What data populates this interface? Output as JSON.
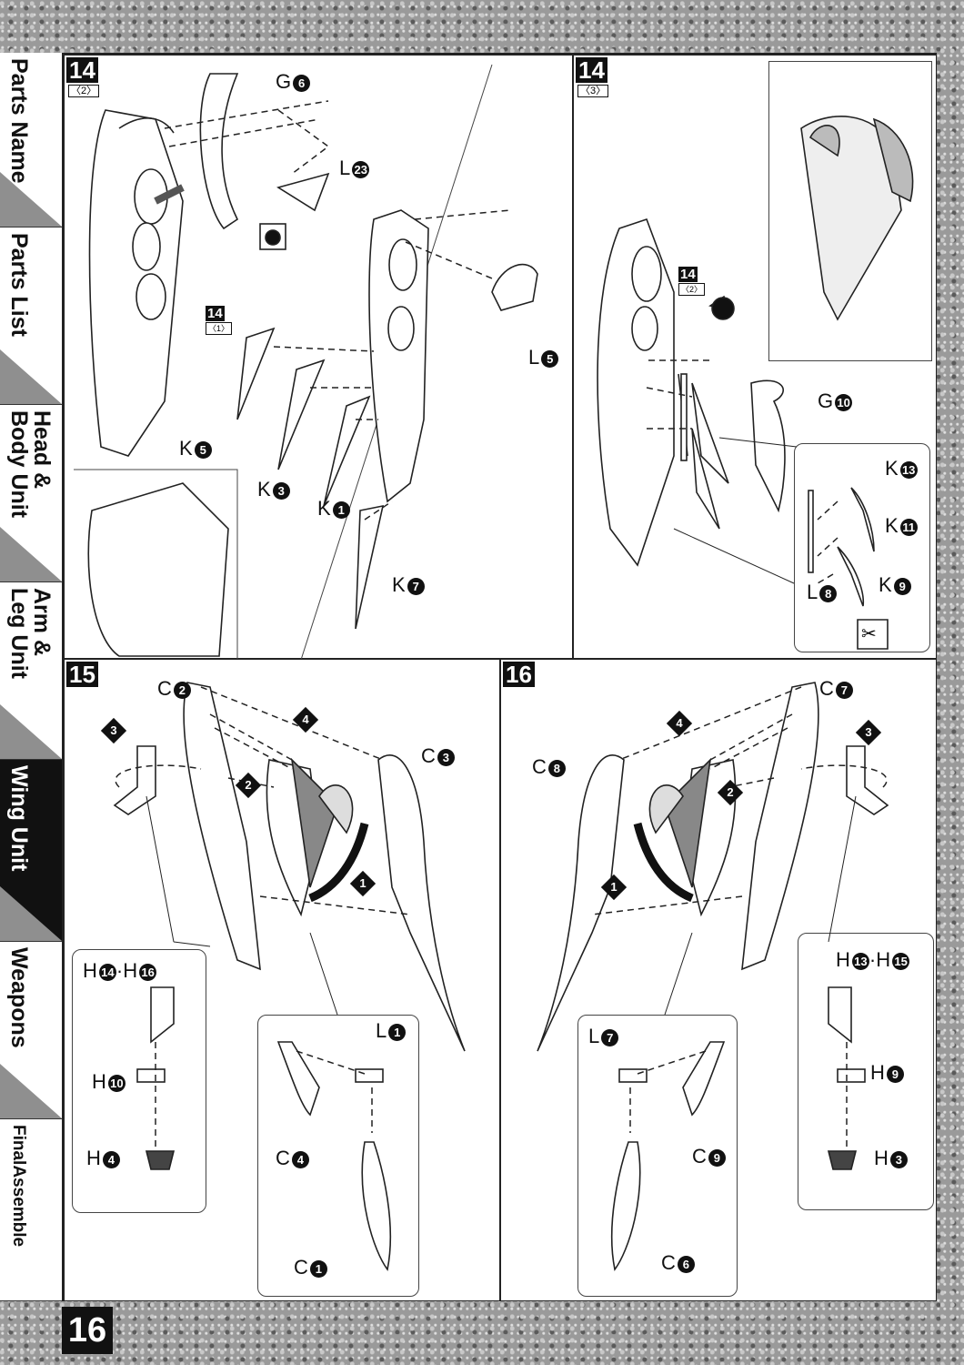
{
  "tabs": [
    {
      "label": "Parts Name"
    },
    {
      "label": "Parts List"
    },
    {
      "label": "Head &\nBody Unit"
    },
    {
      "label": "Arm &\nLeg Unit"
    },
    {
      "label": "Wing Unit",
      "active": true
    },
    {
      "label": "Weapons"
    },
    {
      "label": "FinalAssemble"
    }
  ],
  "page_number": "16",
  "steps": {
    "s14a": {
      "number": "14",
      "sub": "〈2〉",
      "ref": {
        "number": "14",
        "sub": "〈1〉"
      },
      "labels": [
        {
          "l": "G",
          "n": "6"
        },
        {
          "l": "L",
          "n": "23"
        },
        {
          "l": "K",
          "n": "5"
        },
        {
          "l": "K",
          "n": "3"
        },
        {
          "l": "K",
          "n": "1"
        },
        {
          "l": "L",
          "n": "5"
        },
        {
          "l": "K",
          "n": "7"
        }
      ]
    },
    "s14b": {
      "number": "14",
      "sub": "〈3〉",
      "ref": {
        "number": "14",
        "sub": "〈2〉"
      },
      "labels": [
        {
          "l": "G",
          "n": "10"
        },
        {
          "l": "K",
          "n": "13"
        },
        {
          "l": "K",
          "n": "11"
        },
        {
          "l": "K",
          "n": "9"
        },
        {
          "l": "L",
          "n": "8"
        }
      ]
    },
    "s15": {
      "number": "15",
      "order": [
        "1",
        "2",
        "3",
        "4"
      ],
      "labels": [
        {
          "l": "C",
          "n": "2"
        },
        {
          "l": "C",
          "n": "3"
        },
        {
          "l": "H",
          "n": "14",
          "l2": "H",
          "n2": "16"
        },
        {
          "l": "H",
          "n": "10"
        },
        {
          "l": "H",
          "n": "4"
        },
        {
          "l": "L",
          "n": "1"
        },
        {
          "l": "C",
          "n": "4"
        },
        {
          "l": "C",
          "n": "1"
        }
      ]
    },
    "s16": {
      "number": "16",
      "order": [
        "1",
        "2",
        "3",
        "4"
      ],
      "labels": [
        {
          "l": "C",
          "n": "7"
        },
        {
          "l": "C",
          "n": "8"
        },
        {
          "l": "H",
          "n": "13",
          "l2": "H",
          "n2": "15"
        },
        {
          "l": "H",
          "n": "9"
        },
        {
          "l": "H",
          "n": "3"
        },
        {
          "l": "L",
          "n": "7"
        },
        {
          "l": "C",
          "n": "9"
        },
        {
          "l": "C",
          "n": "6"
        }
      ]
    }
  },
  "icons": {
    "nipper": "nipper-cut-icon",
    "hole": "drill-hole-icon"
  }
}
